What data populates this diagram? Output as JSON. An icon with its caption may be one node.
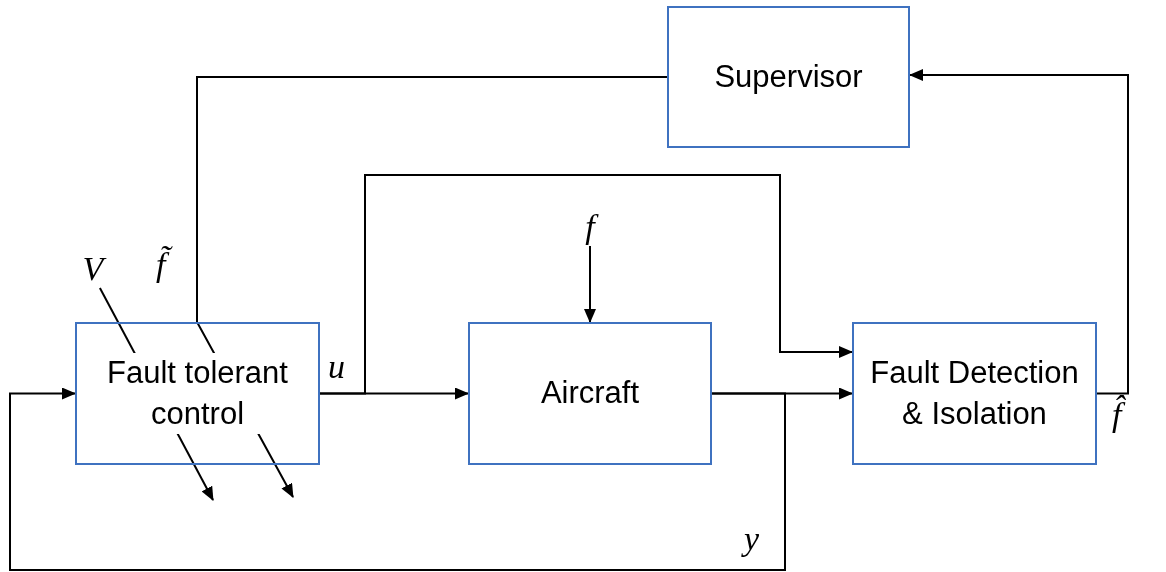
{
  "diagram": {
    "nodes": [
      {
        "text": [
          "Supervisor"
        ]
      },
      {
        "text": [
          "Fault tolerant control"
        ]
      },
      {
        "text": [
          "Aircraft"
        ]
      },
      {
        "text": [
          "Fault Detection & Isolation"
        ]
      },
      {
        "text": [
          "V"
        ]
      },
      {
        "text": [
          "f"
        ]
      }
    ],
    "edges": [
      {
        "from": 3,
        "to": 0,
        "arrow": "to"
      },
      {
        "from": 0,
        "to": null,
        "arrow": "to"
      },
      {
        "from": 4,
        "to": null,
        "arrow": "to"
      },
      {
        "from": 1,
        "to": 2,
        "arrow": "to"
      },
      {
        "from": 1,
        "to": 3,
        "arrow": "to"
      },
      {
        "from": 2,
        "to": 3,
        "arrow": "to"
      },
      {
        "from": 2,
        "to": 1,
        "arrow": "to"
      },
      {
        "from": 5,
        "to": 2,
        "arrow": "to"
      }
    ],
    "labels": [
      "f̃",
      "u",
      "f̂",
      "y"
    ]
  }
}
